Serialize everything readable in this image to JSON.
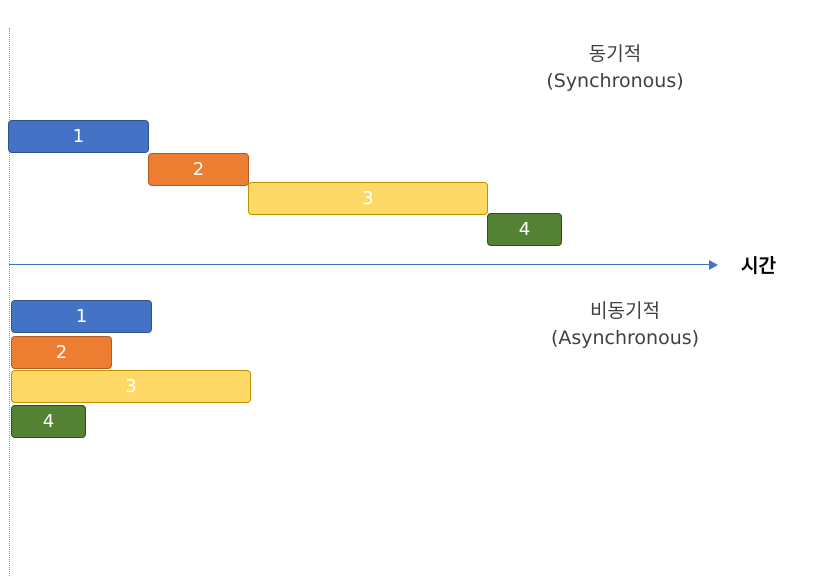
{
  "sync": {
    "title": "동기적",
    "subtitle": "(Synchronous)",
    "tasks": [
      "1",
      "2",
      "3",
      "4"
    ]
  },
  "async": {
    "title": "비동기적",
    "subtitle": "(Asynchronous)",
    "tasks": [
      "1",
      "2",
      "3",
      "4"
    ]
  },
  "axis": {
    "label": "시간"
  },
  "colors": {
    "task1": "#4472c4",
    "task2": "#ed7d31",
    "task3": "#ffd966",
    "task4": "#548235",
    "axis": "#4472c4"
  }
}
